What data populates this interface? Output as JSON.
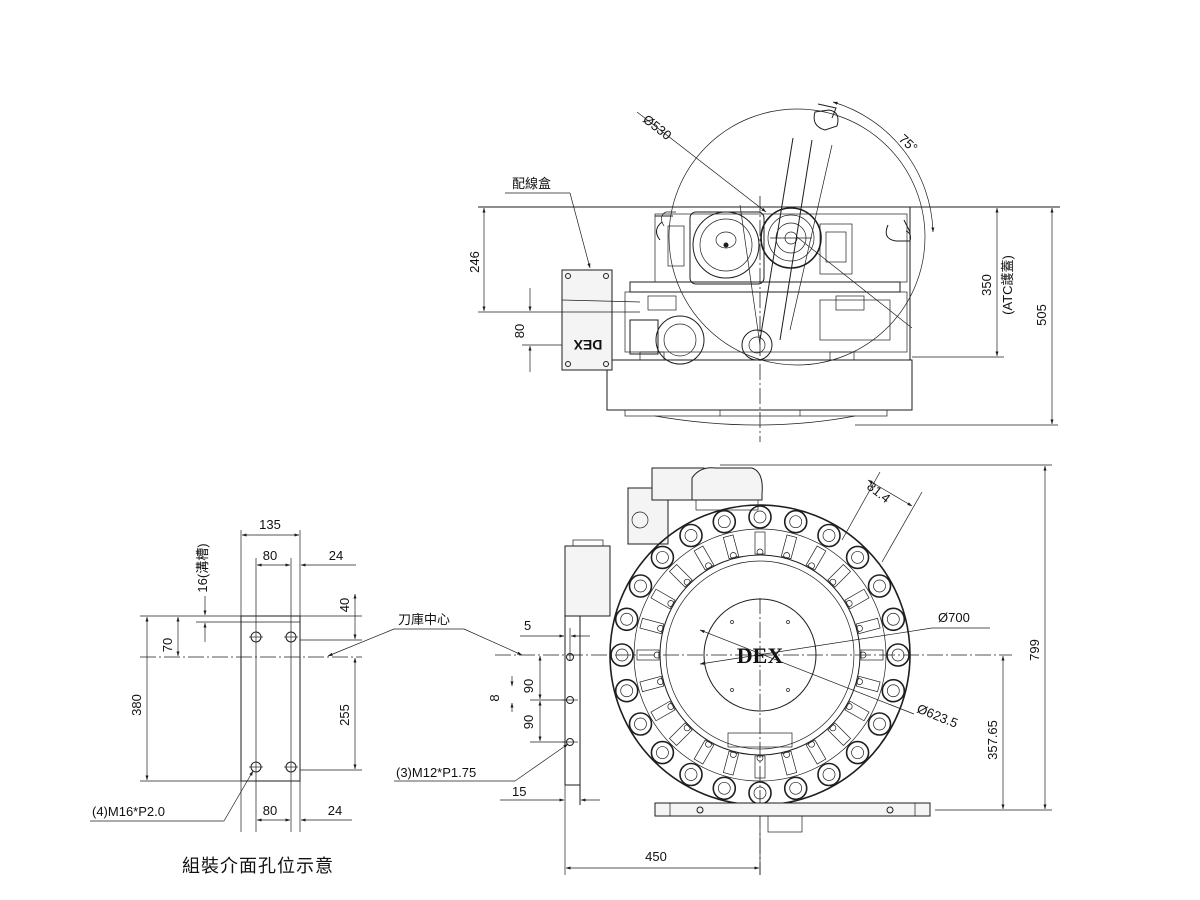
{
  "side_view": {
    "wiring_box_label": "配線盒",
    "wiring_box_logo": "DEX",
    "dim_246": "246",
    "dim_80": "80",
    "dim_350": "350",
    "dim_350_note": "(ATC護蓋)",
    "dim_505": "505",
    "dim_530": "Ø530",
    "dim_75": "75°"
  },
  "front_view": {
    "logo": "DEX",
    "dim_81_4": "81.4",
    "dim_700": "Ø700",
    "dim_623_5": "Ø623.5",
    "dim_799": "799",
    "dim_357_65": "357.65",
    "dim_450": "450",
    "dim_15": "15",
    "dim_5": "5",
    "dim_90_upper": "90",
    "dim_90_lower": "90",
    "dim_8": "8",
    "magazine_center_label": "刀庫中心",
    "thread_label": "(3)M12*P1.75"
  },
  "interface_view": {
    "dim_135": "135",
    "dim_80_top": "80",
    "dim_24_top": "24",
    "dim_16_groove": "16(溝槽)",
    "dim_40": "40",
    "dim_70": "70",
    "dim_380": "380",
    "dim_255": "255",
    "dim_80_bottom": "80",
    "dim_24_bottom": "24",
    "thread_label": "(4)M16*P2.0",
    "caption": "組裝介面孔位示意"
  }
}
